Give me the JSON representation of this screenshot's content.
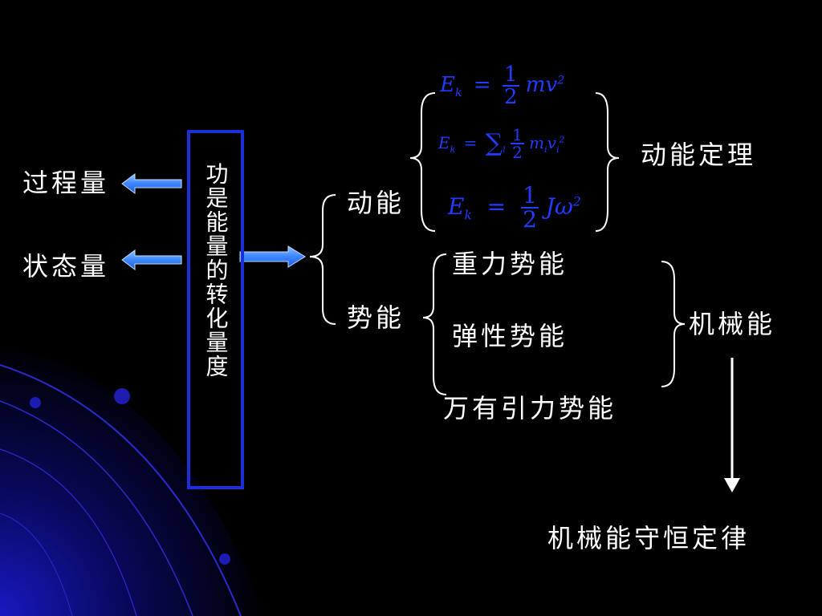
{
  "left_labels": {
    "process_quantity": "过程量",
    "state_quantity": "状态量"
  },
  "vertical_box": {
    "text": "功是能量的转化量度"
  },
  "energy_types": {
    "kinetic": "动能",
    "potential": "势能"
  },
  "kinetic_formulas": [
    "E_k = 1/2 m v^2",
    "E_k = Σ_i 1/2 m_i v_i^2",
    "E_k = 1/2 J ω^2"
  ],
  "kinetic_theorem": "动能定理",
  "potential_types": {
    "gravity": "重力势能",
    "elastic": "弹性势能",
    "gravitational": "万有引力势能"
  },
  "mechanical_energy": "机械能",
  "conservation_law": "机械能守恒定律",
  "colors": {
    "background": "#000000",
    "text": "#ffffff",
    "formula": "#1f3cff",
    "box_border": "#1a2fd6",
    "arrow_fill": "#4a90ff"
  }
}
